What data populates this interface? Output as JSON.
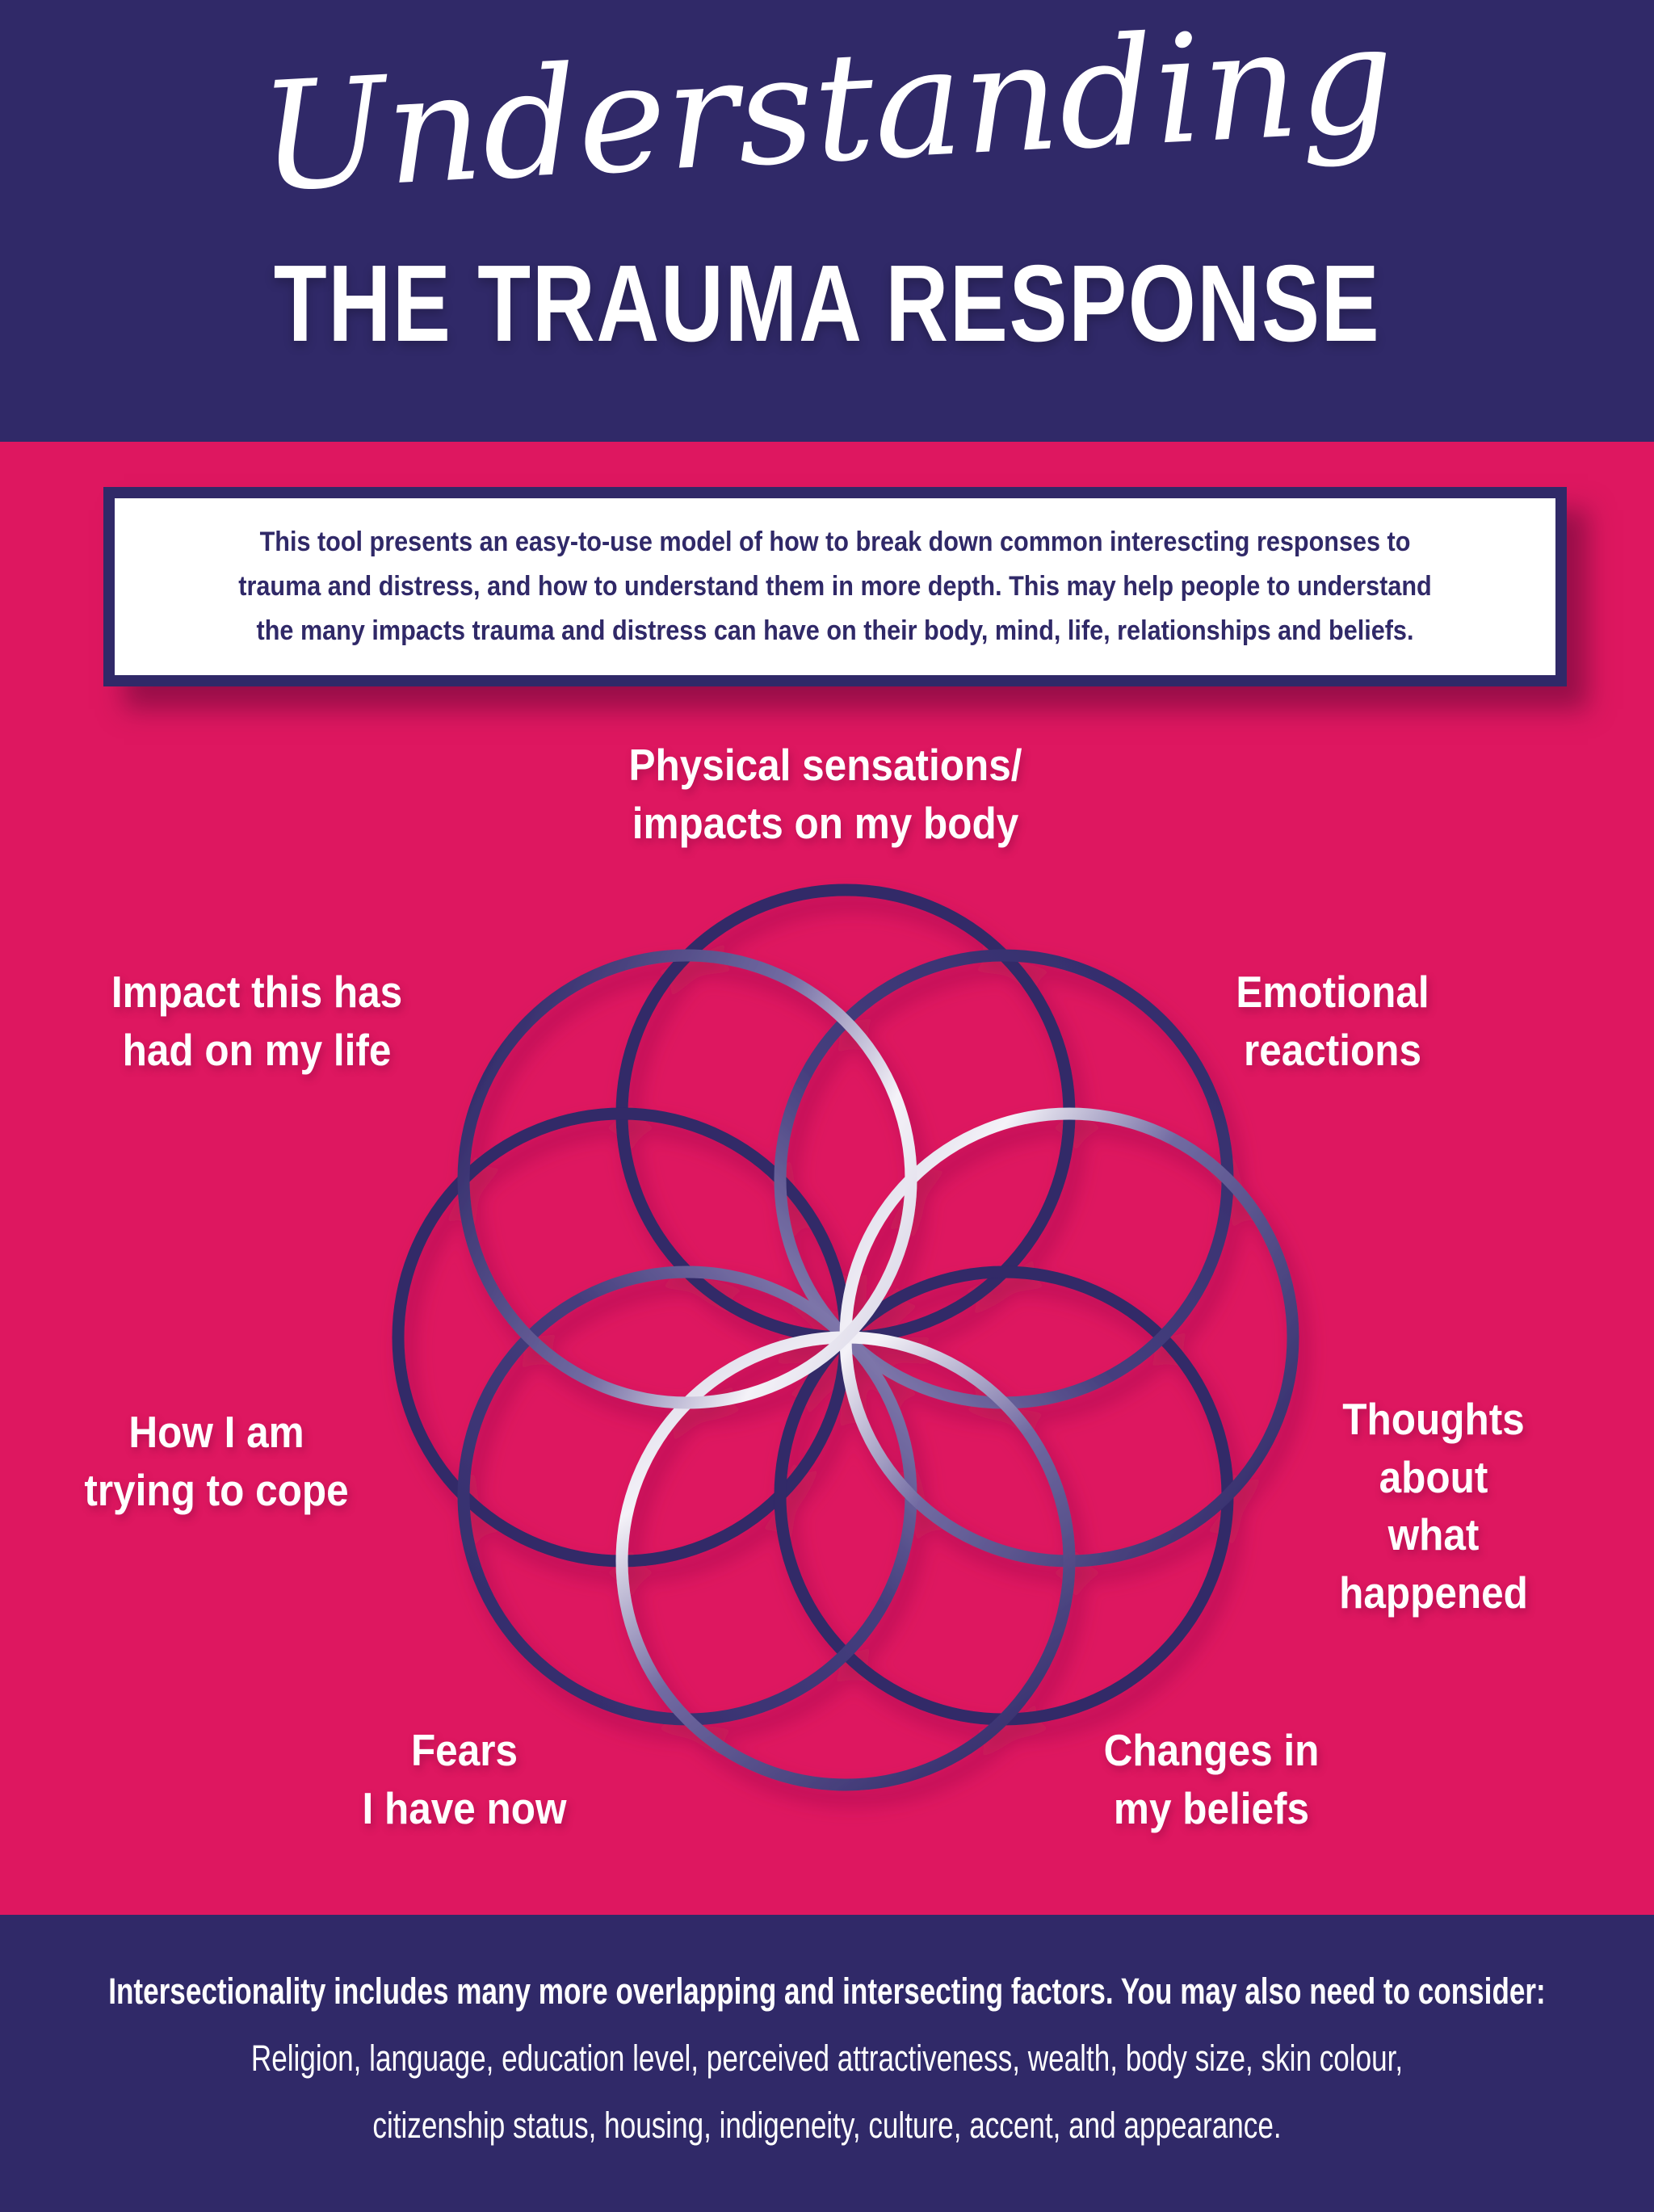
{
  "header": {
    "title_script": "Understanding",
    "title_main": "THE TRAUMA RESPONSE"
  },
  "intro": {
    "text": "This tool presents an easy-to-use model of how to break down common interescting responses to\ntrauma and distress, and how to understand them in more depth. This may help people to understand\nthe many impacts trauma and distress can have on their body, mind, life, relationships and beliefs."
  },
  "diagram": {
    "description": "Seven trauma response areas shown as overlapping intersecting rings",
    "labels": [
      {
        "id": "physical-sensations",
        "text": "Physical sensations/\nimpacts on my body"
      },
      {
        "id": "impact-on-life",
        "text": "Impact this has\nhad on my life"
      },
      {
        "id": "emotional-reactions",
        "text": "Emotional\nreactions"
      },
      {
        "id": "coping",
        "text": "How I am\ntrying to cope"
      },
      {
        "id": "thoughts",
        "text": "Thoughts\nabout what\nhappened"
      },
      {
        "id": "fears",
        "text": "Fears\nI have now"
      },
      {
        "id": "beliefs",
        "text": "Changes in\nmy beliefs"
      }
    ]
  },
  "footer": {
    "headline": "Intersectionality includes many more overlapping and intersecting factors. You may also need to consider:",
    "line2": "Religion, language, education level, perceived attractiveness, wealth, body size, skin colour,",
    "line3": "citizenship status, housing, indigeneity, culture, accent, and appearance."
  },
  "colors": {
    "pink_background": "#de1760",
    "navy": "#302968",
    "white": "#ffffff",
    "silver_highlight": "#f4f2f8",
    "ring_shadow": "#8a0c44"
  }
}
